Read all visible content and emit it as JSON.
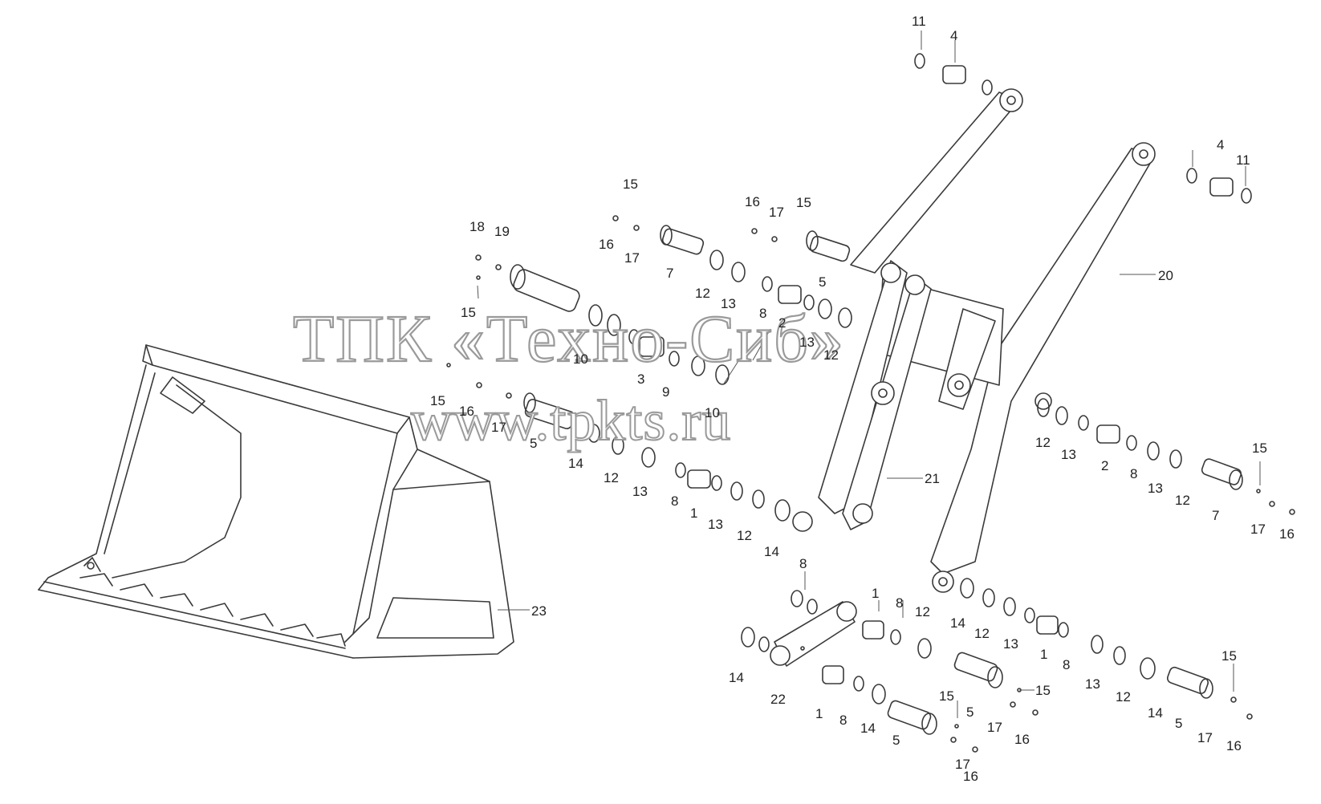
{
  "watermark": {
    "line1": "ТПК «Техно-Сиб»",
    "line2": "www.tpkts.ru"
  },
  "labels": {
    "l_11a": "11",
    "l_4a": "4",
    "l_4b": "4",
    "l_11b": "11",
    "l_20": "20",
    "l_21": "21",
    "l_22": "22",
    "l_23": "23",
    "l_15a": "15",
    "l_16a": "16",
    "l_17a": "17",
    "l_7a": "7",
    "l_16b": "16",
    "l_17b": "17",
    "l_15b": "15",
    "l_5a": "5",
    "l_18": "18",
    "l_19": "19",
    "l_15c": "15",
    "l_12a": "12",
    "l_13a": "13",
    "l_8a": "8",
    "l_2a": "2",
    "l_13b": "13",
    "l_12b": "12",
    "l_10a": "10",
    "l_3": "3",
    "l_9": "9",
    "l_10b": "10",
    "l_15d": "15",
    "l_16c": "16",
    "l_17c": "17",
    "l_5b": "5",
    "l_14a": "14",
    "l_12c": "12",
    "l_13c": "13",
    "l_8b": "8",
    "l_1a": "1",
    "l_13d": "13",
    "l_12d": "12",
    "l_14b": "14",
    "l_12e": "12",
    "l_13e": "13",
    "l_2b": "2",
    "l_8c": "8",
    "l_13f": "13",
    "l_12f": "12",
    "l_7b": "7",
    "l_15e": "15",
    "l_17d": "17",
    "l_16d": "16",
    "l_8d": "8",
    "l_1b": "1",
    "l_8e": "8",
    "l_12g": "12",
    "l_14c": "14",
    "l_12h": "12",
    "l_13g": "13",
    "l_1c": "1",
    "l_8f": "8",
    "l_13h": "13",
    "l_12i": "12",
    "l_14d": "14",
    "l_15f": "15",
    "l_5c": "5",
    "l_17e": "17",
    "l_16e": "16",
    "l_14e": "14",
    "l_1d": "1",
    "l_8g": "8",
    "l_14f": "14",
    "l_15g": "15",
    "l_5d": "5",
    "l_17f": "17",
    "l_16f": "16",
    "l_5e": "5",
    "l_15h": "15",
    "l_17g": "17",
    "l_16g": "16"
  }
}
